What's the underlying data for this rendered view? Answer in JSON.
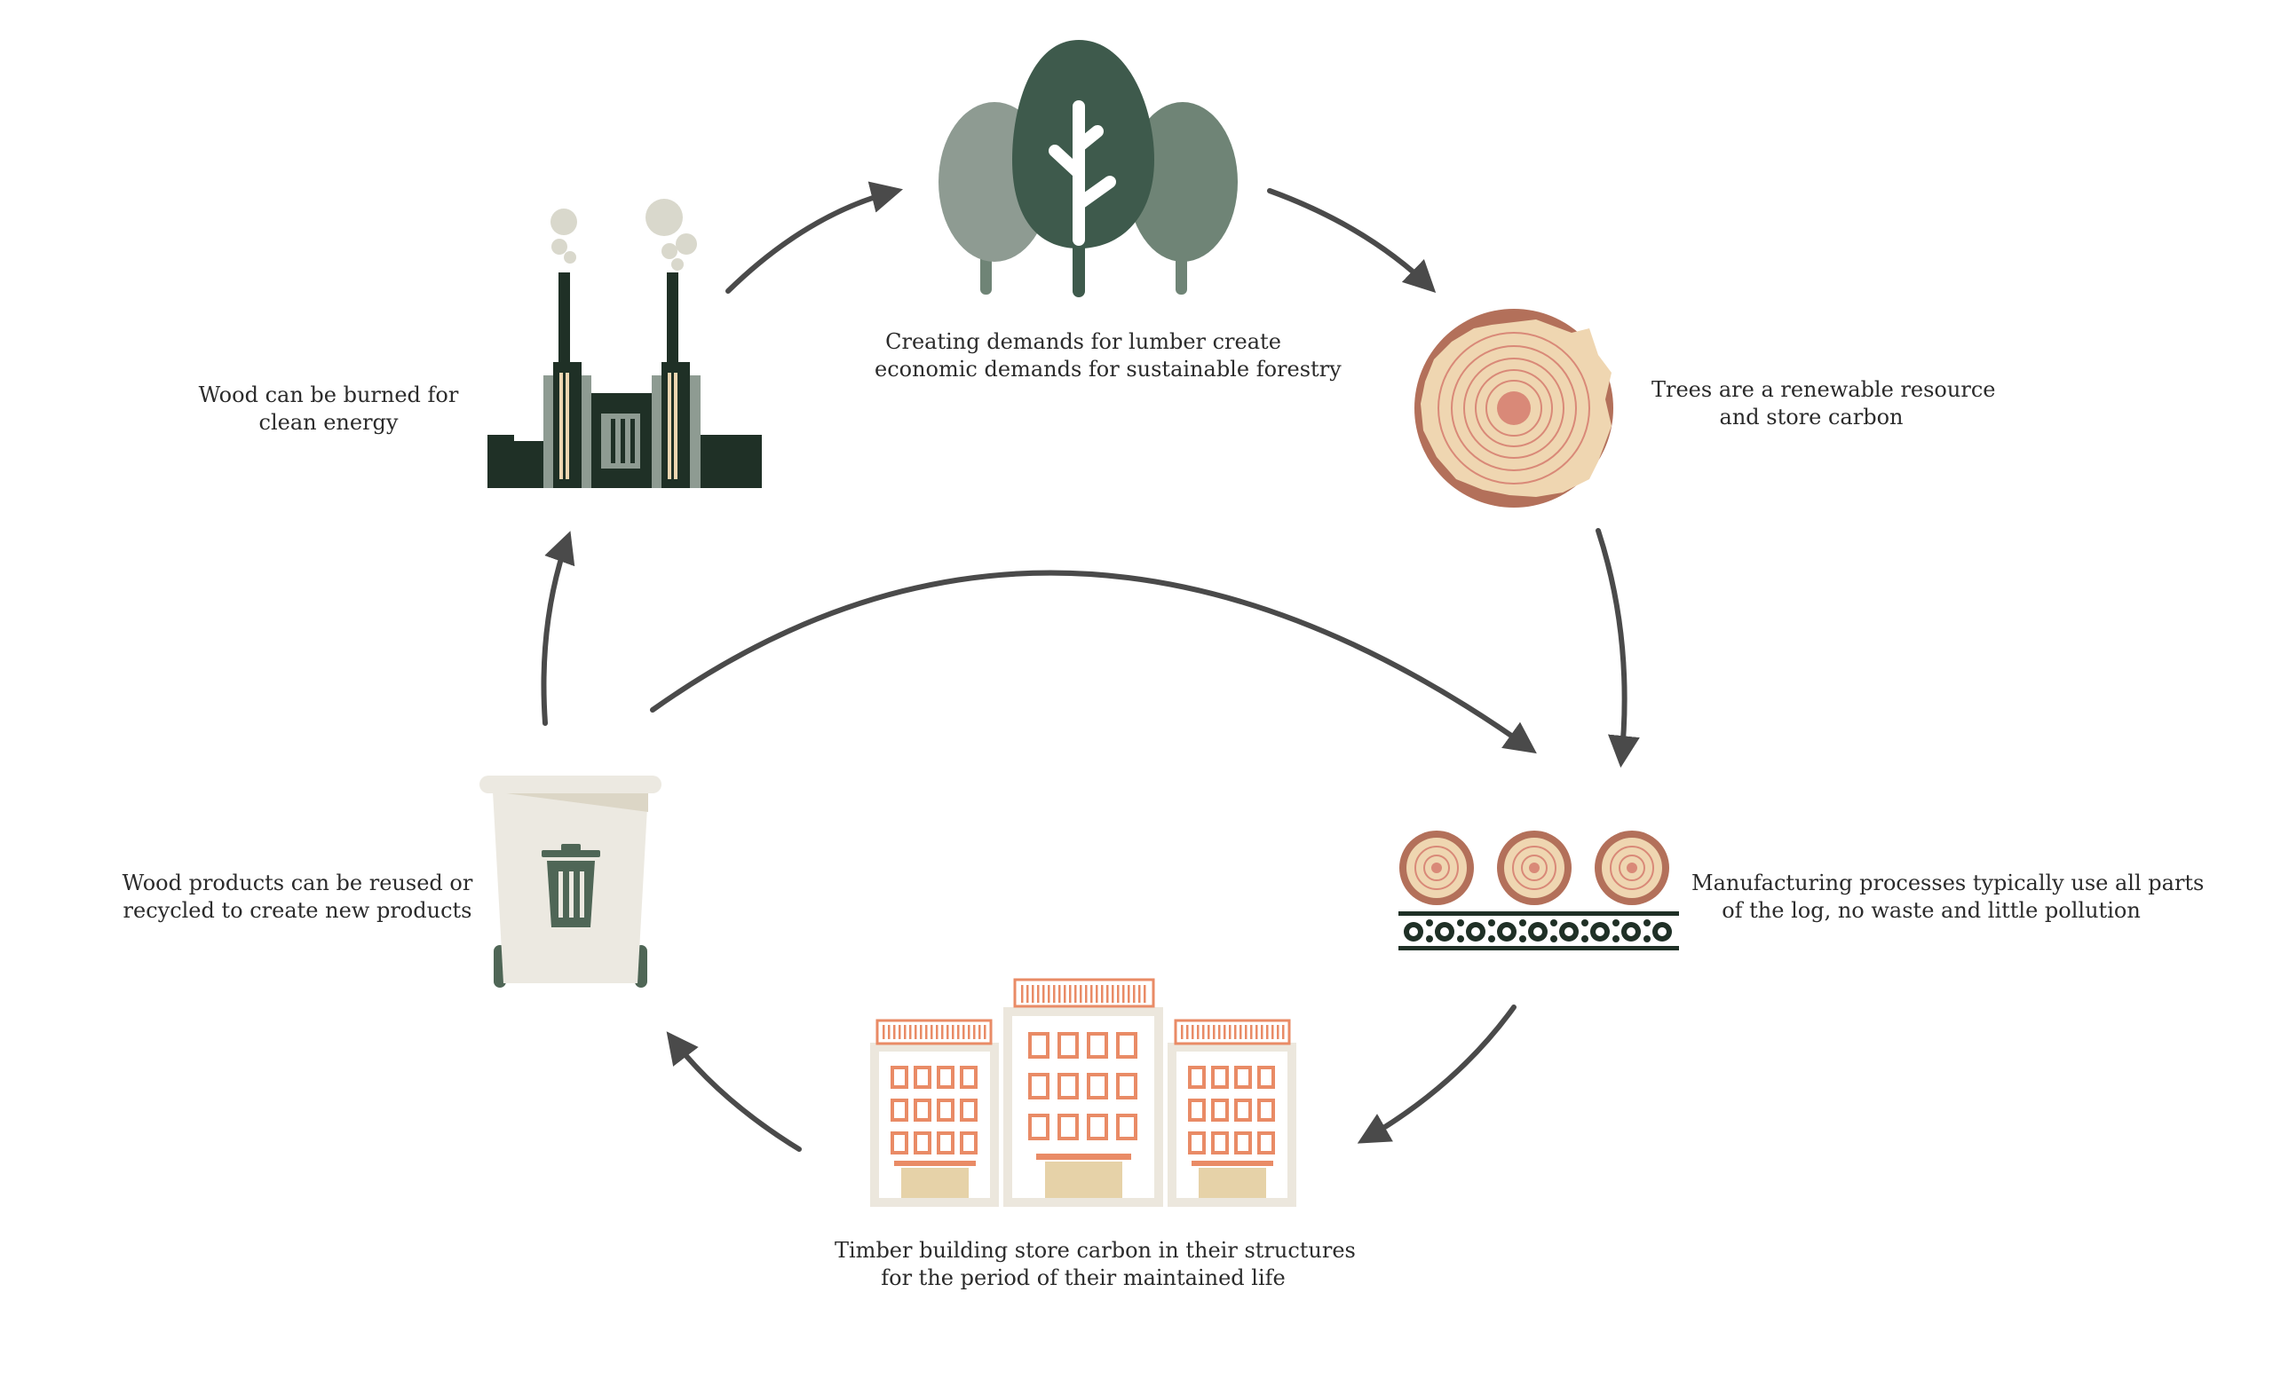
{
  "colors": {
    "arrow": "#4a4a4a",
    "forest_dark": "#3e5a4c",
    "forest_mid": "#6f8476",
    "forest_light": "#8e9b92",
    "factory": "#1f3026",
    "wood_face": "#efd6b1",
    "wood_bark": "#b3705a",
    "wood_ring": "#d98978",
    "building_orange": "#e98b66",
    "building_frame": "#ece7dd",
    "building_door": "#e6d2a8",
    "bin_body": "#ece9e1",
    "bin_icon": "#4f6656"
  },
  "icons": {
    "forest": "forest-icon",
    "log": "log-cross-section-icon",
    "conveyor": "conveyor-logs-icon",
    "buildings": "timber-buildings-icon",
    "bin": "recycling-bin-icon",
    "factory": "power-plant-icon"
  },
  "captions": {
    "forest": [
      "Creating demands for lumber create",
      "economic demands for sustainable forestry"
    ],
    "log": [
      "Trees are a renewable resource",
      "and store carbon"
    ],
    "manufacturing": [
      "Manufacturing processes typically use all parts",
      "of the log, no waste and little pollution"
    ],
    "buildings": [
      "Timber building store carbon in their structures",
      "for the period of their maintained life"
    ],
    "recycle": [
      "Wood products can be reused or",
      "recycled to create new products"
    ],
    "energy": [
      "Wood can be burned for",
      "clean energy"
    ]
  }
}
